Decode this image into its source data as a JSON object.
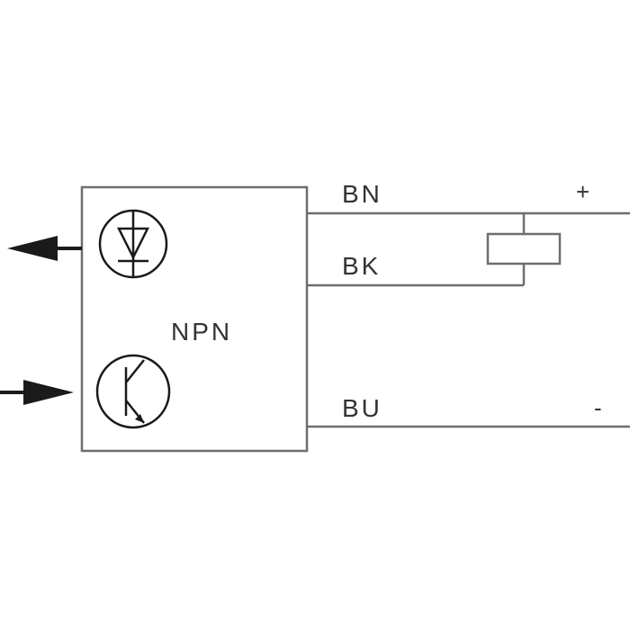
{
  "diagram": {
    "sensor_type": "NPN",
    "wires": {
      "brown": "BN",
      "black": "BK",
      "blue": "BU"
    },
    "polarity": {
      "positive": "+",
      "negative": "-"
    },
    "icons": {
      "emitter": "led-emitter-icon",
      "receiver": "phototransistor-icon",
      "load": "load-resistor-icon"
    },
    "colors": {
      "line": "#6e6e6e",
      "symbol": "#1a1a1a",
      "text": "#333333",
      "background": "#ffffff"
    }
  }
}
